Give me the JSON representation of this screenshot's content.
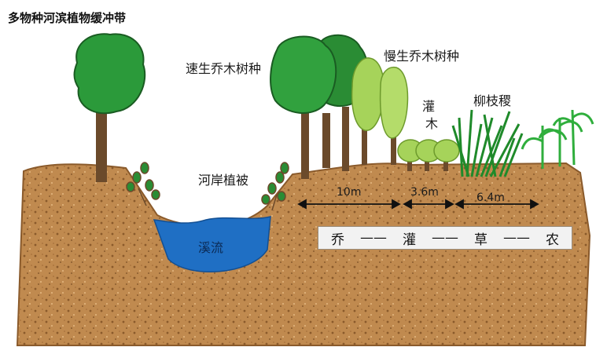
{
  "title": "多物种河滨植物缓冲带",
  "labels": {
    "fast_trees": "速生乔木树种",
    "slow_trees": "慢生乔木树种",
    "shrub_line1": "灌",
    "shrub_line2": "木",
    "willow": "柳枝稷",
    "bank_plants": "河岸植被",
    "stream": "溪流"
  },
  "measurements": {
    "tree_zone": "10m",
    "shrub_zone": "3.6m",
    "grass_zone": "6.4m"
  },
  "zone_sequence": {
    "tree": "乔",
    "dash1": "——",
    "shrub": "灌",
    "dash2": "——",
    "grass": "草",
    "dash3": "——",
    "farm": "农"
  },
  "colors": {
    "soil": "#b8834a",
    "soil_dark": "#8a5a2b",
    "water": "#1f6fc4",
    "leaf_dark": "#1f8a2a",
    "leaf_light": "#a6d35a",
    "trunk": "#6b4a2b"
  }
}
